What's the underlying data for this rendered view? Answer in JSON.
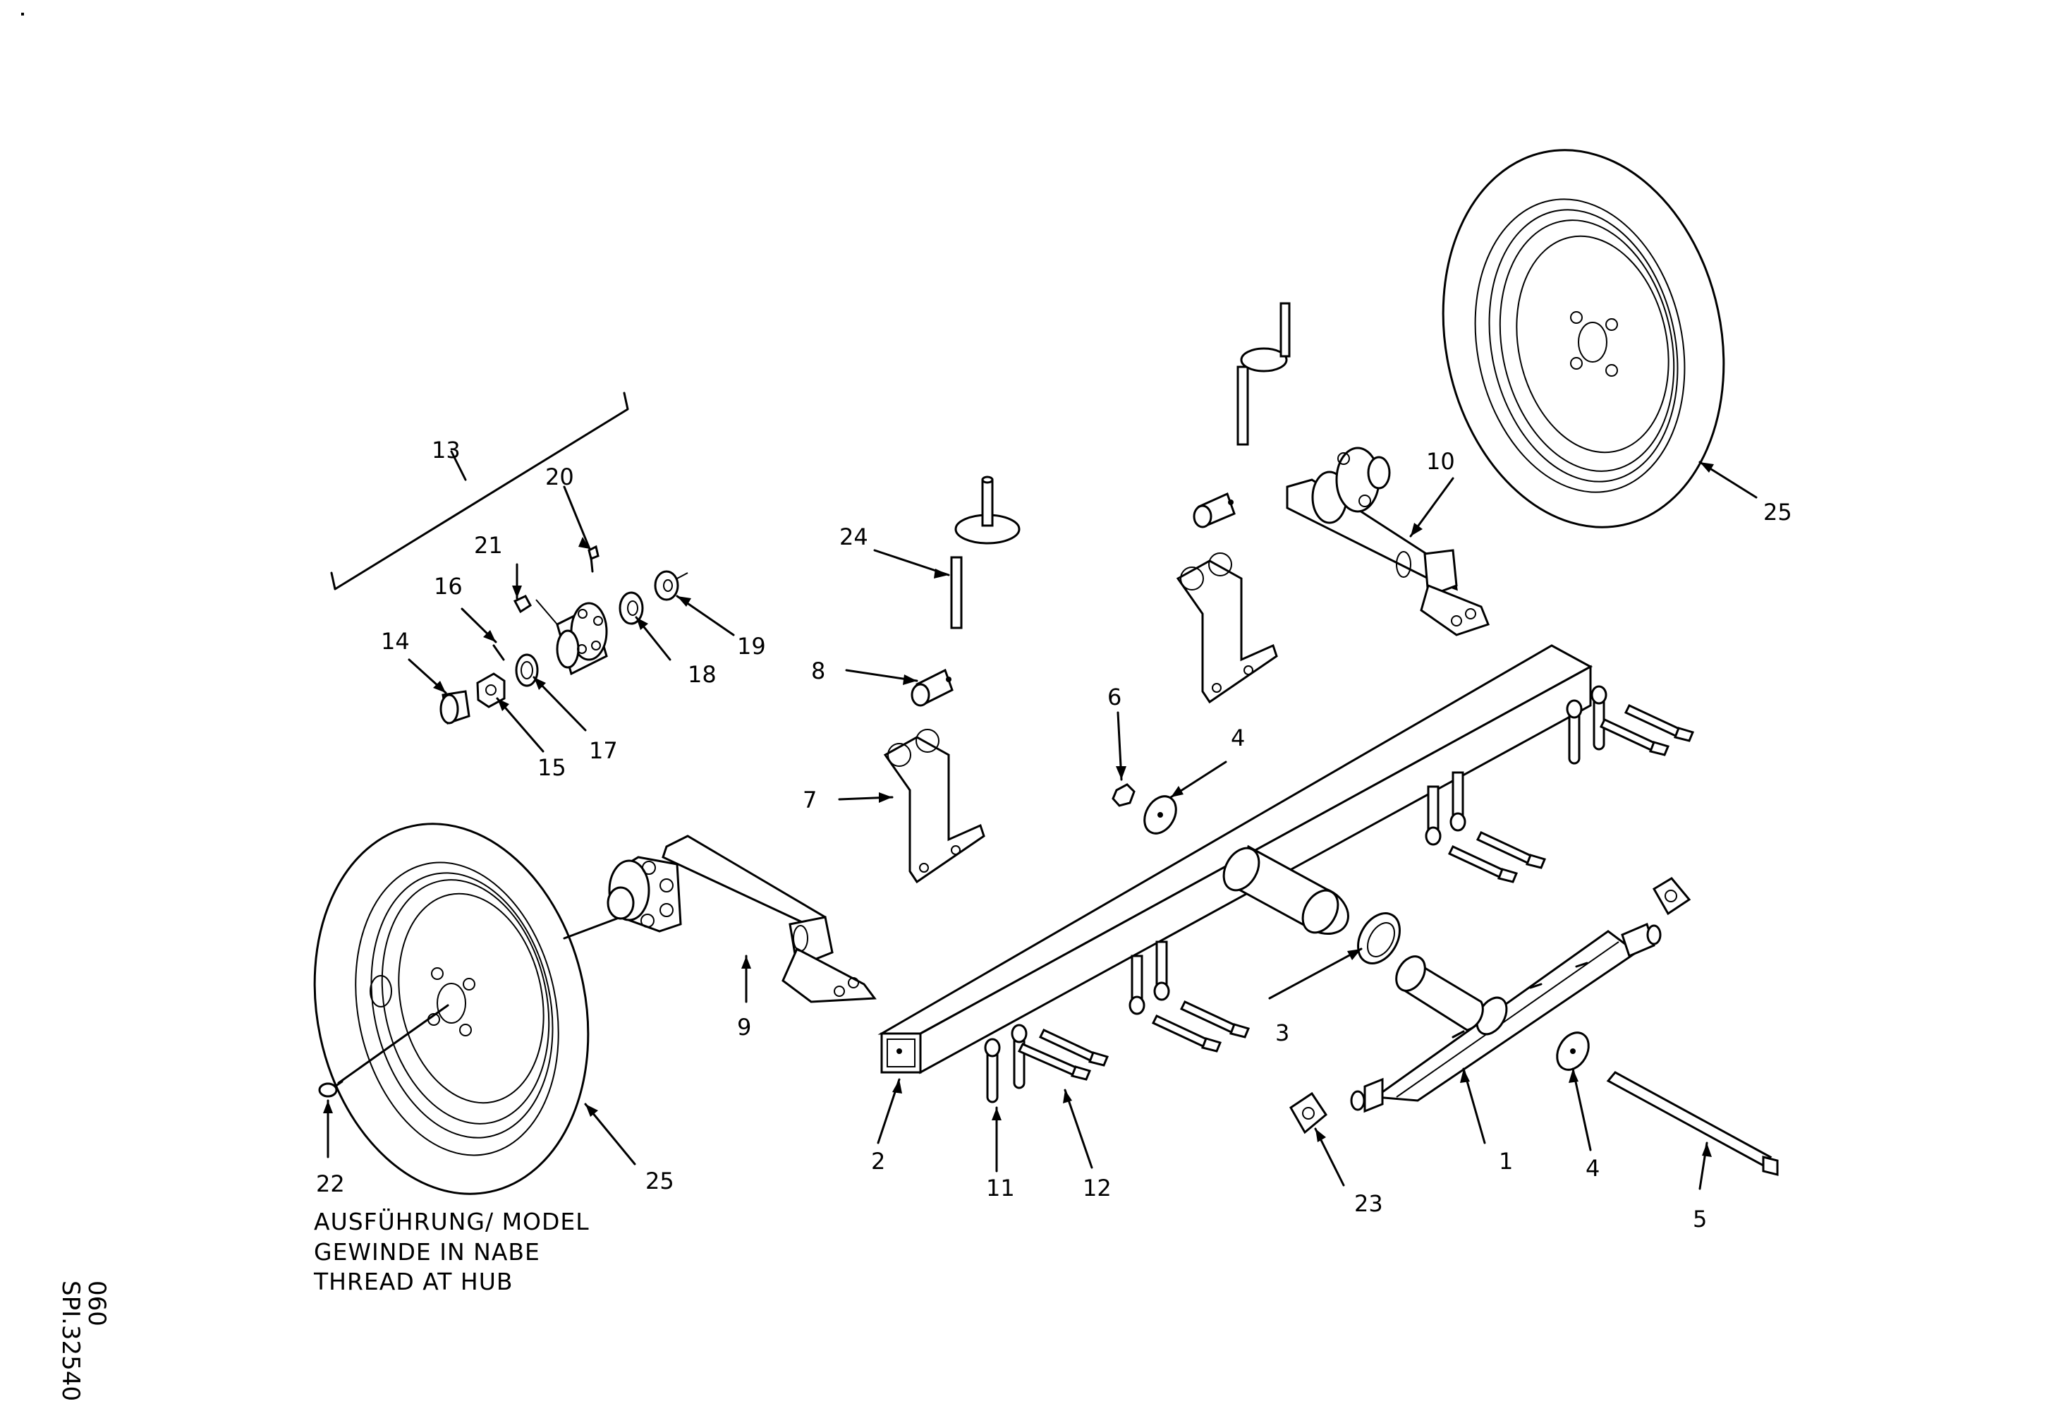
{
  "callouts": {
    "c1": "1",
    "c2": "2",
    "c3": "3",
    "c4a": "4",
    "c4b": "4",
    "c5": "5",
    "c6": "6",
    "c7": "7",
    "c8": "8",
    "c9": "9",
    "c10": "10",
    "c11": "11",
    "c12": "12",
    "c13": "13",
    "c14": "14",
    "c15": "15",
    "c16": "16",
    "c17": "17",
    "c18": "18",
    "c19": "19",
    "c20": "20",
    "c21": "21",
    "c22": "22",
    "c23": "23",
    "c24": "24",
    "c25a": "25",
    "c25b": "25"
  },
  "note": {
    "line1": "AUSFÜHRUNG/ MODEL",
    "line2": "GEWINDE IN NABE",
    "line3": "THREAD AT HUB"
  },
  "drawing_code": {
    "line1": "060",
    "line2": "SPI.32540"
  }
}
